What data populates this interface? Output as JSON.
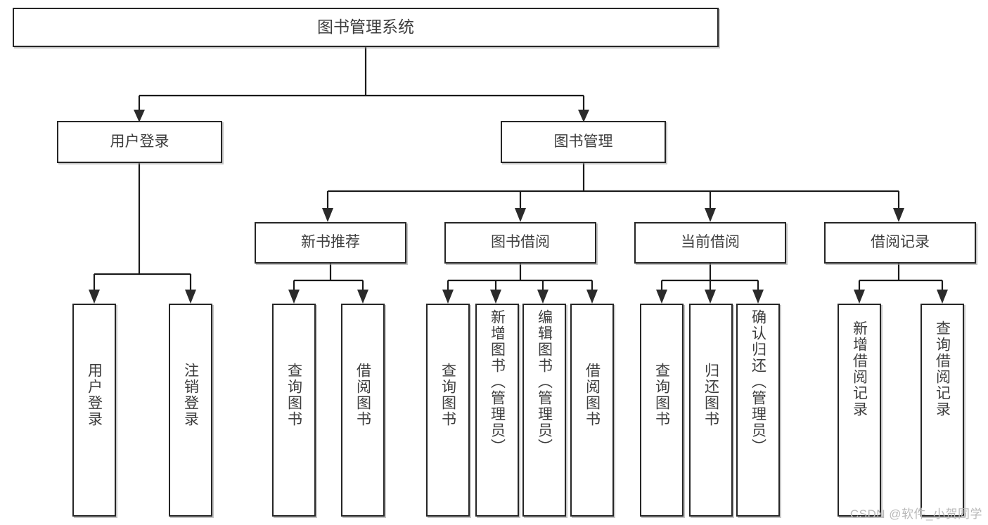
{
  "diagram": {
    "title": "图书管理系统",
    "type": "tree",
    "root": {
      "label": "图书管理系统"
    },
    "level2": [
      {
        "label": "用户登录"
      },
      {
        "label": "图书管理"
      }
    ],
    "level3": [
      {
        "label": "新书推荐"
      },
      {
        "label": "图书借阅"
      },
      {
        "label": "当前借阅"
      },
      {
        "label": "借阅记录"
      }
    ],
    "leaves": {
      "user_login": [
        {
          "label": "用户登录"
        },
        {
          "label": "注销登录"
        }
      ],
      "new_book_recommend": [
        {
          "label": "查询图书"
        },
        {
          "label": "借阅图书"
        }
      ],
      "book_borrow": [
        {
          "label": "查询图书"
        },
        {
          "label": "新增图书（管理员）"
        },
        {
          "label": "编辑图书（管理员）"
        },
        {
          "label": "借阅图书"
        }
      ],
      "current_borrow": [
        {
          "label": "查询图书"
        },
        {
          "label": "归还图书"
        },
        {
          "label": "确认归还（管理员）"
        }
      ],
      "borrow_record": [
        {
          "label": "新增借阅记录"
        },
        {
          "label": "查询借阅记录"
        }
      ]
    }
  },
  "watermark": {
    "text": "CSDN @软件_小贺同学"
  },
  "colors": {
    "box_border": "#262626",
    "text": "#3d3d3d",
    "line": "#1a1a1a",
    "background": "#ffffff",
    "watermark": "#b9b9b9"
  }
}
